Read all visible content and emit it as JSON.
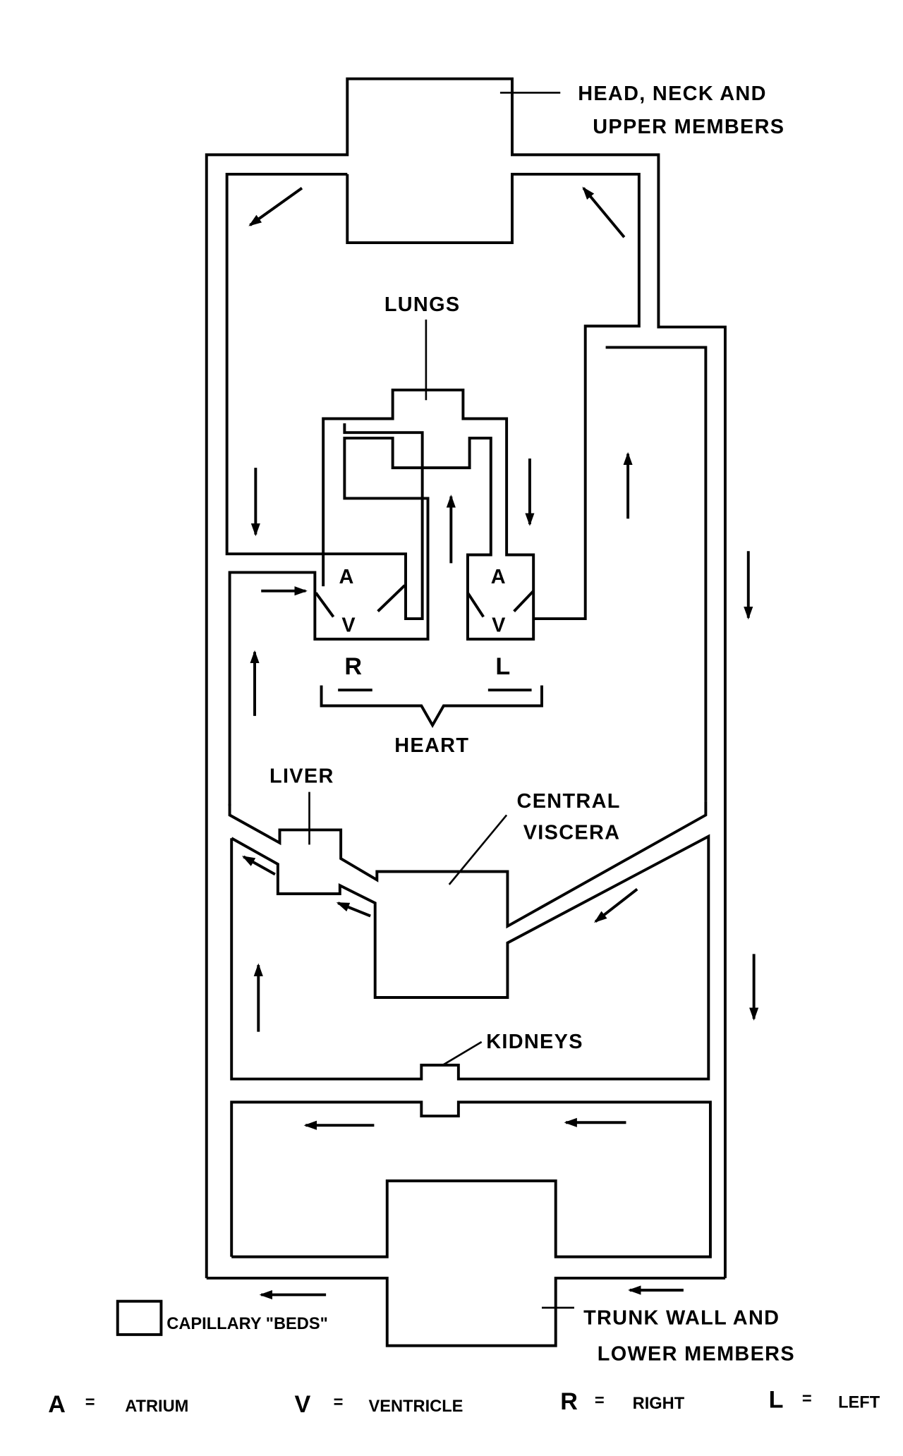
{
  "diagram": {
    "title": "Circulatory system schematic",
    "labels": {
      "head_1": "HEAD, NECK AND",
      "head_2": "UPPER MEMBERS",
      "lungs": "LUNGS",
      "heart": "HEART",
      "liver": "LIVER",
      "viscera_1": "CENTRAL",
      "viscera_2": "VISCERA",
      "kidneys": "KIDNEYS",
      "trunk_1": "TRUNK WALL AND",
      "trunk_2": "LOWER MEMBERS",
      "capillary": "CAPILLARY \"BEDS\"",
      "right_atrium": "A",
      "right_ventricle": "V",
      "left_atrium": "A",
      "left_ventricle": "V",
      "right": "R",
      "left": "L"
    },
    "legend": [
      {
        "symbol": "A",
        "eq": "=",
        "meaning": "ATRIUM"
      },
      {
        "symbol": "V",
        "eq": "=",
        "meaning": "VENTRICLE"
      },
      {
        "symbol": "R",
        "eq": "=",
        "meaning": "RIGHT"
      },
      {
        "symbol": "L",
        "eq": "=",
        "meaning": "LEFT"
      }
    ]
  }
}
